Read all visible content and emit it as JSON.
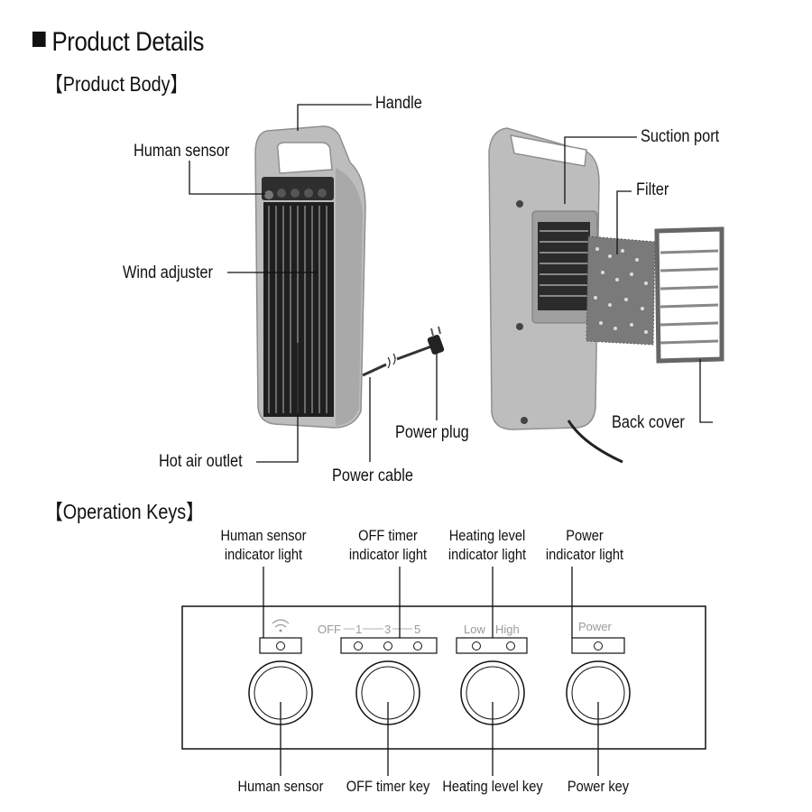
{
  "headings": {
    "title": "Product Details",
    "product_body": "【Product Body】",
    "operation_keys": "【Operation Keys】"
  },
  "body_labels": {
    "handle": "Handle",
    "human_sensor": "Human sensor",
    "wind_adjuster": "Wind adjuster",
    "hot_air_outlet": "Hot air outlet",
    "power_cable": "Power cable",
    "power_plug": "Power plug",
    "suction_port": "Suction port",
    "filter": "Filter",
    "back_cover": "Back cover"
  },
  "indicator_labels": {
    "human_sensor_line1": "Human sensor",
    "human_sensor_line2": "indicator light",
    "off_timer_line1": "OFF timer",
    "off_timer_line2": "indicator light",
    "heating_level_line1": "Heating level",
    "heating_level_line2": "indicator light",
    "power_line1": "Power",
    "power_line2": "indicator light"
  },
  "panel": {
    "off": "OFF",
    "t1": "1",
    "t3": "3",
    "t5": "5",
    "low": "Low",
    "high": "High",
    "power": "Power",
    "wifi_icon": "wifi-icon"
  },
  "key_labels": {
    "human_sensor": "Human sensor",
    "off_timer": "OFF timer key",
    "heating_level": "Heating level key",
    "power": "Power key"
  }
}
